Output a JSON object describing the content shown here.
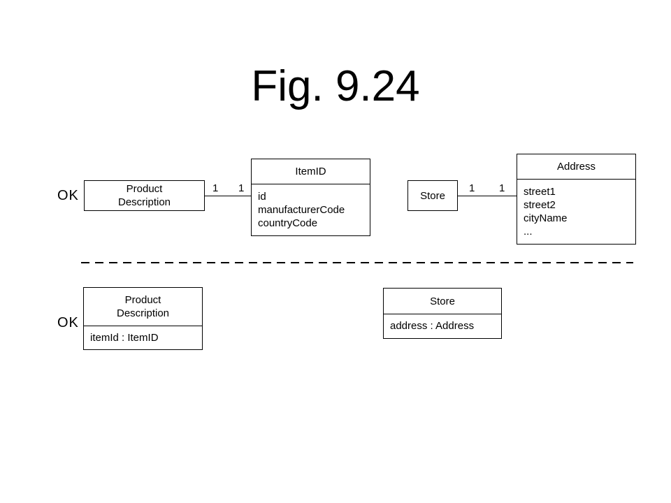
{
  "title": "Fig. 9.24",
  "top_section": {
    "ok_label": "OK",
    "product_description": {
      "line1": "Product",
      "line2": "Description"
    },
    "item_id": {
      "name": "ItemID",
      "attributes": [
        "id",
        "manufacturerCode",
        "countryCode"
      ]
    },
    "assoc1": {
      "left_mult": "1",
      "right_mult": "1"
    },
    "store": {
      "name": "Store"
    },
    "address": {
      "name": "Address",
      "attributes": [
        "street1",
        "street2",
        "cityName",
        "..."
      ]
    },
    "assoc2": {
      "left_mult": "1",
      "right_mult": "1"
    }
  },
  "bottom_section": {
    "ok_label": "OK",
    "product_description": {
      "line1": "Product",
      "line2": "Description",
      "attribute": "itemId : ItemID"
    },
    "store": {
      "name": "Store",
      "attribute": "address : Address"
    }
  }
}
